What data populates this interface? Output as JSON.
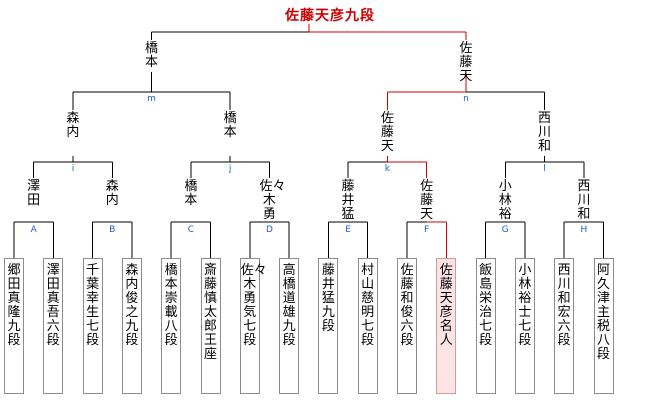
{
  "champion": "佐藤天彦九段",
  "final_names": {
    "left": "橋本",
    "right": "佐藤天"
  },
  "semi": [
    {
      "label": "m",
      "left": "森内",
      "right": "橋本"
    },
    {
      "label": "n",
      "left": "佐藤天",
      "right": "西川和"
    }
  ],
  "quarter": [
    {
      "label": "i",
      "left": "澤田",
      "right": "森内"
    },
    {
      "label": "j",
      "left": "橋本",
      "right": "佐々木勇"
    },
    {
      "label": "k",
      "left": "藤井猛",
      "right": "佐藤天"
    },
    {
      "label": "l",
      "left": "小林裕",
      "right": "西川和"
    }
  ],
  "first_round_labels": [
    "A",
    "B",
    "C",
    "D",
    "E",
    "F",
    "G",
    "H"
  ],
  "players": [
    {
      "name": "郷田真隆九段",
      "winner": false
    },
    {
      "name": "澤田真吾六段",
      "winner": false
    },
    {
      "name": "千葉幸生七段",
      "winner": false
    },
    {
      "name": "森内俊之九段",
      "winner": false
    },
    {
      "name": "橋本崇載八段",
      "winner": false
    },
    {
      "name": "斎藤慎太郎王座",
      "winner": false
    },
    {
      "name": "佐々木勇気七段",
      "winner": false
    },
    {
      "name": "高橋道雄九段",
      "winner": false
    },
    {
      "name": "藤井 猛九段",
      "winner": false
    },
    {
      "name": "村山慈明七段",
      "winner": false
    },
    {
      "name": "佐藤和俊六段",
      "winner": false
    },
    {
      "name": "佐藤天彦名人",
      "winner": true
    },
    {
      "name": "飯島栄治七段",
      "winner": false
    },
    {
      "name": "小林裕士七段",
      "winner": false
    },
    {
      "name": "西川和宏六段",
      "winner": false
    },
    {
      "name": "阿久津主税八段",
      "winner": false
    }
  ],
  "colors": {
    "line": "#000000",
    "win_line": "#cc0000",
    "label": "#1a5fd0",
    "win_fill": "#fde4e4"
  }
}
